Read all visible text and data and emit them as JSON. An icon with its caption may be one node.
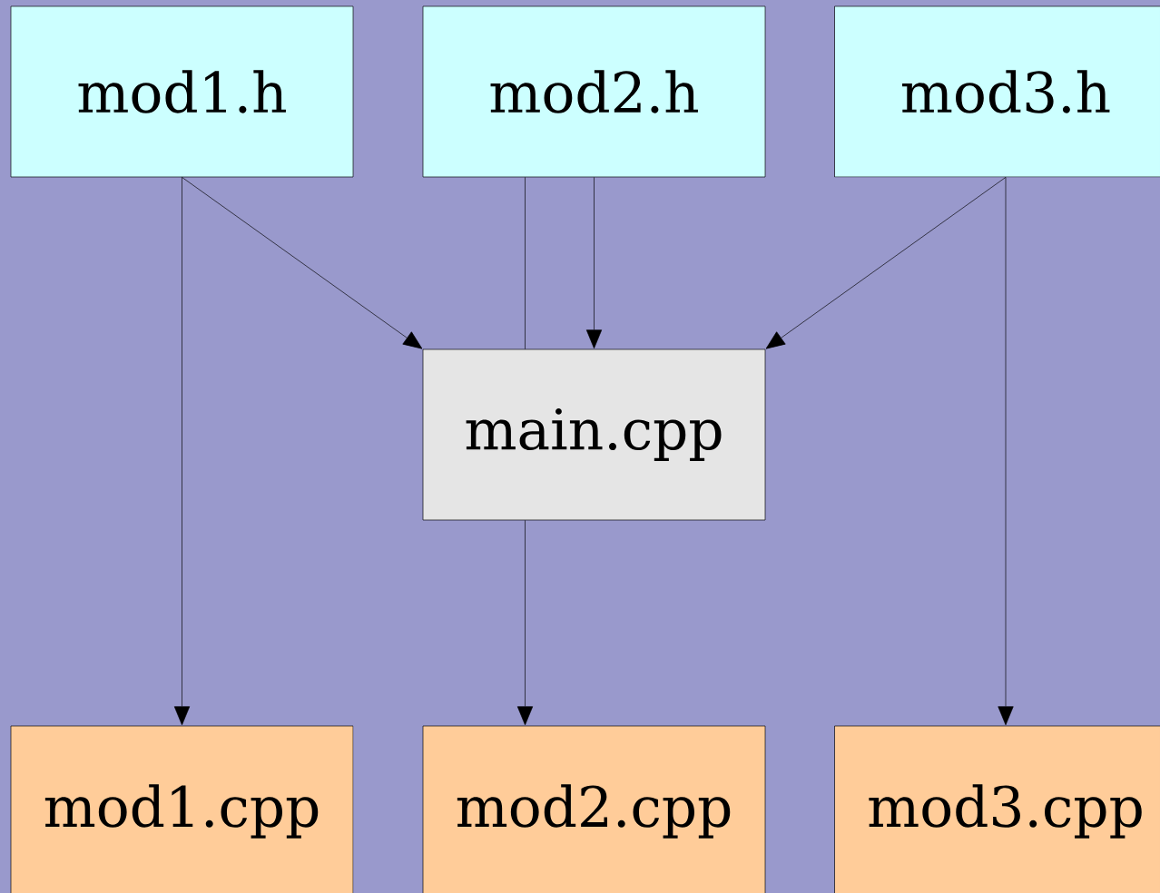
{
  "diagram": {
    "nodes": [
      {
        "text": [
          "mod1.h"
        ]
      },
      {
        "text": [
          "mod2.h"
        ]
      },
      {
        "text": [
          "mod3.h"
        ]
      },
      {
        "text": [
          "main.cpp"
        ]
      },
      {
        "text": [
          "mod1.cpp"
        ]
      },
      {
        "text": [
          "mod2.cpp"
        ]
      },
      {
        "text": [
          "mod3.cpp"
        ]
      }
    ],
    "edges": [
      {
        "from": 0,
        "to": 3,
        "arrow": "to"
      },
      {
        "from": 0,
        "to": 4,
        "arrow": "to"
      },
      {
        "from": 1,
        "to": 3,
        "arrow": "to"
      },
      {
        "from": 1,
        "to": 3,
        "arrow": "none"
      },
      {
        "from": 3,
        "to": 5,
        "arrow": "to"
      },
      {
        "from": 2,
        "to": 3,
        "arrow": "to"
      },
      {
        "from": 2,
        "to": 6,
        "arrow": "to"
      }
    ]
  }
}
